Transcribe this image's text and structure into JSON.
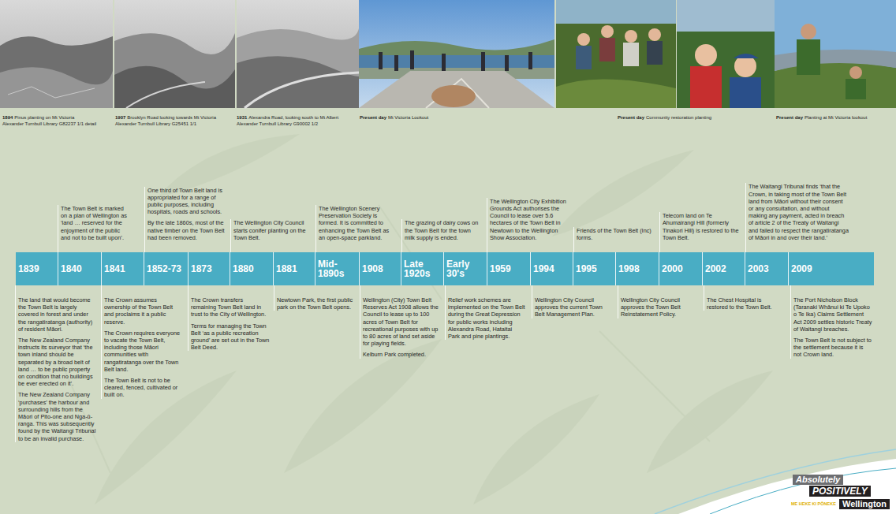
{
  "diagram": {
    "nodes": [
      {
        "text": [
          "1839"
        ]
      },
      {
        "text": [
          "1840"
        ]
      },
      {
        "text": [
          "1841"
        ]
      },
      {
        "text": [
          "1852-73"
        ]
      },
      {
        "text": [
          "1873"
        ]
      },
      {
        "text": [
          "1880"
        ]
      },
      {
        "text": [
          "1881"
        ]
      },
      {
        "text": [
          "Mid-1890s"
        ]
      },
      {
        "text": [
          "1908"
        ]
      },
      {
        "text": [
          "Late 1920s"
        ]
      },
      {
        "text": [
          "Early 30's"
        ]
      },
      {
        "text": [
          "1959"
        ]
      },
      {
        "text": [
          "1994"
        ]
      },
      {
        "text": [
          "1995"
        ]
      },
      {
        "text": [
          "1998"
        ]
      },
      {
        "text": [
          "2000"
        ]
      },
      {
        "text": [
          "2002"
        ]
      },
      {
        "text": [
          "2003"
        ]
      },
      {
        "text": [
          "2009"
        ]
      },
      {
        "text": [
          "Absolutely",
          "POSITIVELY",
          "ME HEKE KI PŌNEKE",
          "Wellington"
        ]
      }
    ],
    "labels": [
      "1894",
      "Pinus planting on Mt Victoria",
      "Alexander Turnbull Library G82237 1/1 detail",
      "1907",
      "Brooklyn Road looking towards Mt Victoria",
      "Alexander Turnbull Library G25451 1/1",
      "1931",
      "Alexandra Road, looking south to Mt Albert",
      "Alexander Turnbull Library G90002 1/2",
      "Present day",
      "Mt Victoria Lookout",
      "Present day",
      "Community restoration planting",
      "Present day",
      "Planting at Mt Victoria lookout",
      "The Town Belt is marked on a plan of Wellington as ‘land … reserved for the enjoyment of the public and not to be built upon’.",
      "One third of Town Belt land is appropriated for a range of public purposes, including hospitals, roads and schools.",
      "By the late 1860s, most of the native timber on the Town Belt had been removed.",
      "The Wellington City Council starts conifer planting on the Town Belt.",
      "The Wellington Scenery Preservation Society is formed. It is committed to enhancing the Town Belt as an open-space parkland.",
      "The grazing of dairy cows on the Town Belt for the town milk supply is ended.",
      "The Wellington City Exhibition Grounds Act authorises the Council to lease over 5.6 hectares of the Town Belt in Newtown to the Wellington Show Association.",
      "Friends of the Town Belt (Inc) forms.",
      "Telecom land on Te Ahumairangi Hill (formerly Tinakori Hill) is restored to the Town Belt.",
      "The Waitangi Tribunal finds ‘that the Crown, in taking most of the Town Belt land from Māori without their consent or any consultation, and without making any payment, acted in breach of article 2 of the Treaty of Waitangi and failed to respect the rangatiratanga of Māori in and over their land.’",
      "The land that would become the Town Belt is largely covered in forest and under the rangatiratanga (authority) of resident Māori.",
      "The New Zealand Company instructs its surveyor that ‘the town inland should be separated by a broad belt of land … to be public property on condition that no buildings be ever erected on it’.",
      "The New Zealand Company ‘purchases’ the harbour and surrounding hills from the Māori of Pito-one and Nga-ū-ranga. This was subsequently found by the Waitangi Tribunal to be an invalid purchase.",
      "The Crown assumes ownership of the Town Belt and proclaims it a public reserve.",
      "The Crown requires everyone to vacate the Town Belt, including those Māori communities with rangatiratanga over the Town Belt land.",
      "The Town Belt is not to be cleared, fenced, cultivated or built on.",
      "The Crown transfers remaining Town Belt land in trust to the City of Wellington.",
      "Terms for managing the Town Belt ‘as a public recreation ground’ are set out in the Town Belt Deed.",
      "Newtown Park, the first public park on the Town Belt opens.",
      "Wellington (City) Town Belt Reserves Act 1908 allows the Council to lease up to 100 acres of Town Belt for recreational purposes with up to 80 acres of land set aside for playing fields.",
      "Kelburn Park completed.",
      "Relief work schemes are implemented on the Town Belt during the Great Depression for public works including Alexandra Road, Hataitai Park and pine plantings.",
      "Wellington City Council approves the current Town Belt Management Plan.",
      "Wellington City Council approves the Town Belt Reinstatement Policy.",
      "The Chest Hospital is restored to the Town Belt.",
      "The Port Nicholson Block (Taranaki Whānui ki Te Upoko o Te Ika) Claims Settlement Act 2009 settles historic Treaty of Waitangi breaches.",
      "The Town Belt is not subject to the settlement because it is not Crown land."
    ]
  }
}
